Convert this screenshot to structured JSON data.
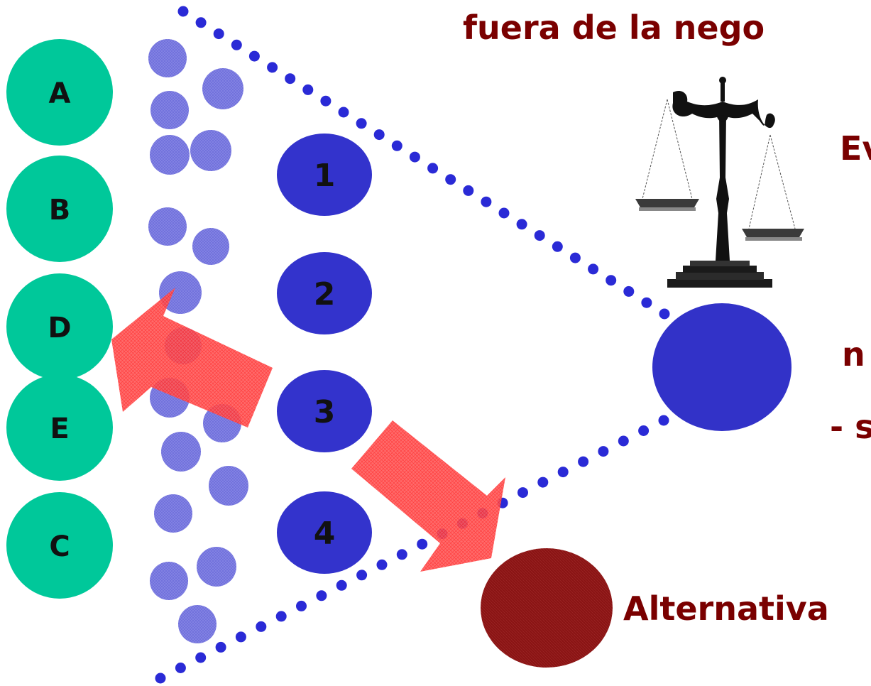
{
  "title_fragment": "fuera de la nego",
  "right_fragments": {
    "ev": "Ev",
    "n": "n",
    "s": "- s",
    "alternativa": "Alternativa"
  },
  "parties": [
    "A",
    "B",
    "D",
    "E",
    "C"
  ],
  "options": [
    "1",
    "2",
    "3",
    "4"
  ],
  "icons": [
    "scales-of-justice-icon"
  ],
  "colors": {
    "party": "#00c89a",
    "option": "#3333cc",
    "small_dot": "#6f6fdc",
    "dotted_line": "#2a2ad6",
    "big_circle": "#3232c8",
    "alternative_circle": "#8a1010",
    "arrow": "#ff4d4d",
    "red_text": "#7a0000"
  }
}
